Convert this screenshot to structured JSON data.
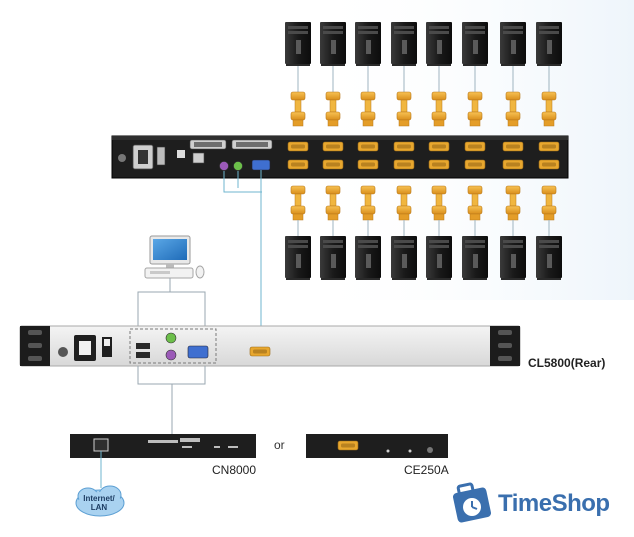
{
  "labels": {
    "cl5800": "CL5800(Rear)",
    "cn8000": "CN8000",
    "or": "or",
    "ce250a": "CE250A",
    "cloud_line1": "Internet/",
    "cloud_line2": "LAN",
    "brand": "TimeShop"
  },
  "colors": {
    "connector": "#e8a72e",
    "device_dark": "#1e1e1e",
    "rack_panel": "#e7e7e7",
    "cable": "#6fb6cf",
    "brand": "#3a6fae"
  },
  "diagram": {
    "top_computers": 8,
    "bottom_computers": 8,
    "kvm_port_pairs": 8
  }
}
